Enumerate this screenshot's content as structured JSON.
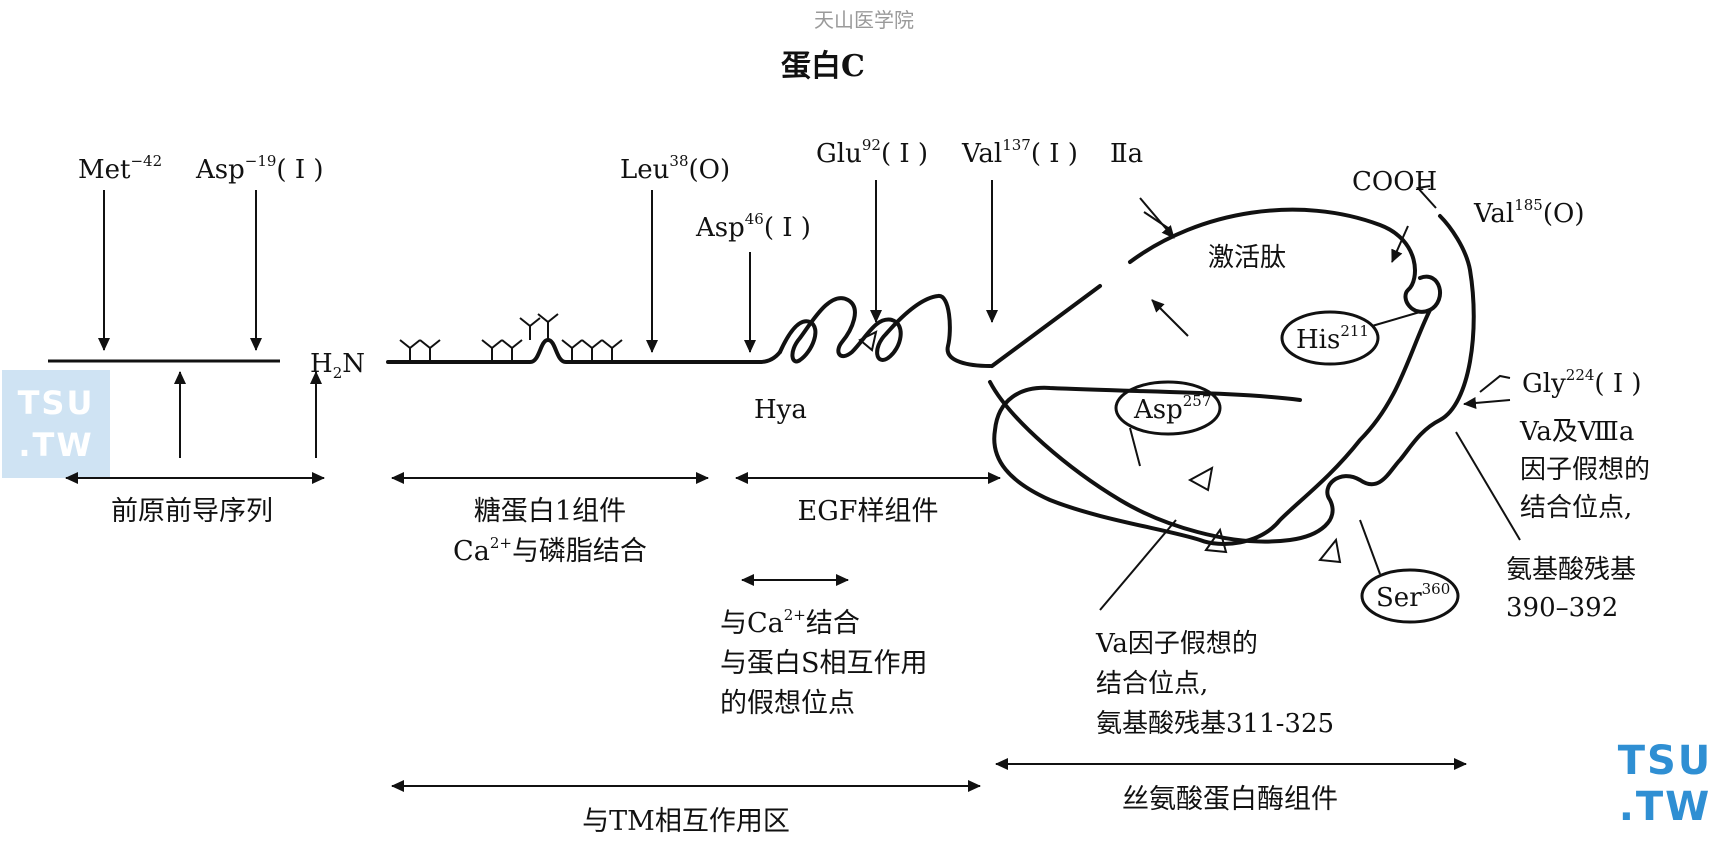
{
  "watermark": "天山医学院",
  "title": "蛋白C",
  "logos": {
    "tsu_top": "TSU",
    "tsu_bottom": ".TW"
  },
  "labels": {
    "met": "Met",
    "met_sup": "−42",
    "asp19": "Asp",
    "asp19_sup": "−19",
    "asp19_suffix": "( I )",
    "h2n": "H",
    "h2n_sub": "2",
    "h2n_n": "N",
    "leu": "Leu",
    "leu_sup": "38",
    "leu_suffix": "(O)",
    "asp46": "Asp",
    "asp46_sup": "46",
    "asp46_suffix": "( I )",
    "glu": "Glu",
    "glu_sup": "92",
    "glu_suffix": "( I )",
    "val137": "Val",
    "val137_sup": "137",
    "val137_suffix": "( I )",
    "iia": "Ⅱa",
    "hya": "Hya",
    "cooh": "COOH",
    "val185": "Val",
    "val185_sup": "185",
    "val185_suffix": "(O)",
    "activation_peptide": "激活肽",
    "his": "His",
    "his_sup": "211",
    "gly": "Gly",
    "gly_sup": "224",
    "gly_suffix": "( I )",
    "asp257": "Asp",
    "asp257_sup": "257",
    "ser": "Ser",
    "ser_sup": "360",
    "va_viiia_1": "Va及Ⅷa",
    "va_viiia_2": "因子假想的",
    "va_viiia_3": "结合位点,",
    "va_viiia_4": "氨基酸残基",
    "va_viiia_5": "390–392",
    "va_1": "Va因子假想的",
    "va_2": "结合位点,",
    "va_3": "氨基酸残基311-325"
  },
  "regions": {
    "prepro": "前原前导序列",
    "gla_1": "糖蛋白1组件",
    "gla_2_pre": "Ca",
    "gla_2_sup": "2+",
    "gla_2_post": "与磷脂结合",
    "egf": "EGF样组件",
    "ca_bind_pre": "与Ca",
    "ca_bind_sup": "2+",
    "ca_bind_post": "结合",
    "protein_s_1": "与蛋白S相互作用",
    "protein_s_2": "的假想位点",
    "tm_region": "与TM相互作用区",
    "serine_protease": "丝氨酸蛋白酶组件"
  }
}
